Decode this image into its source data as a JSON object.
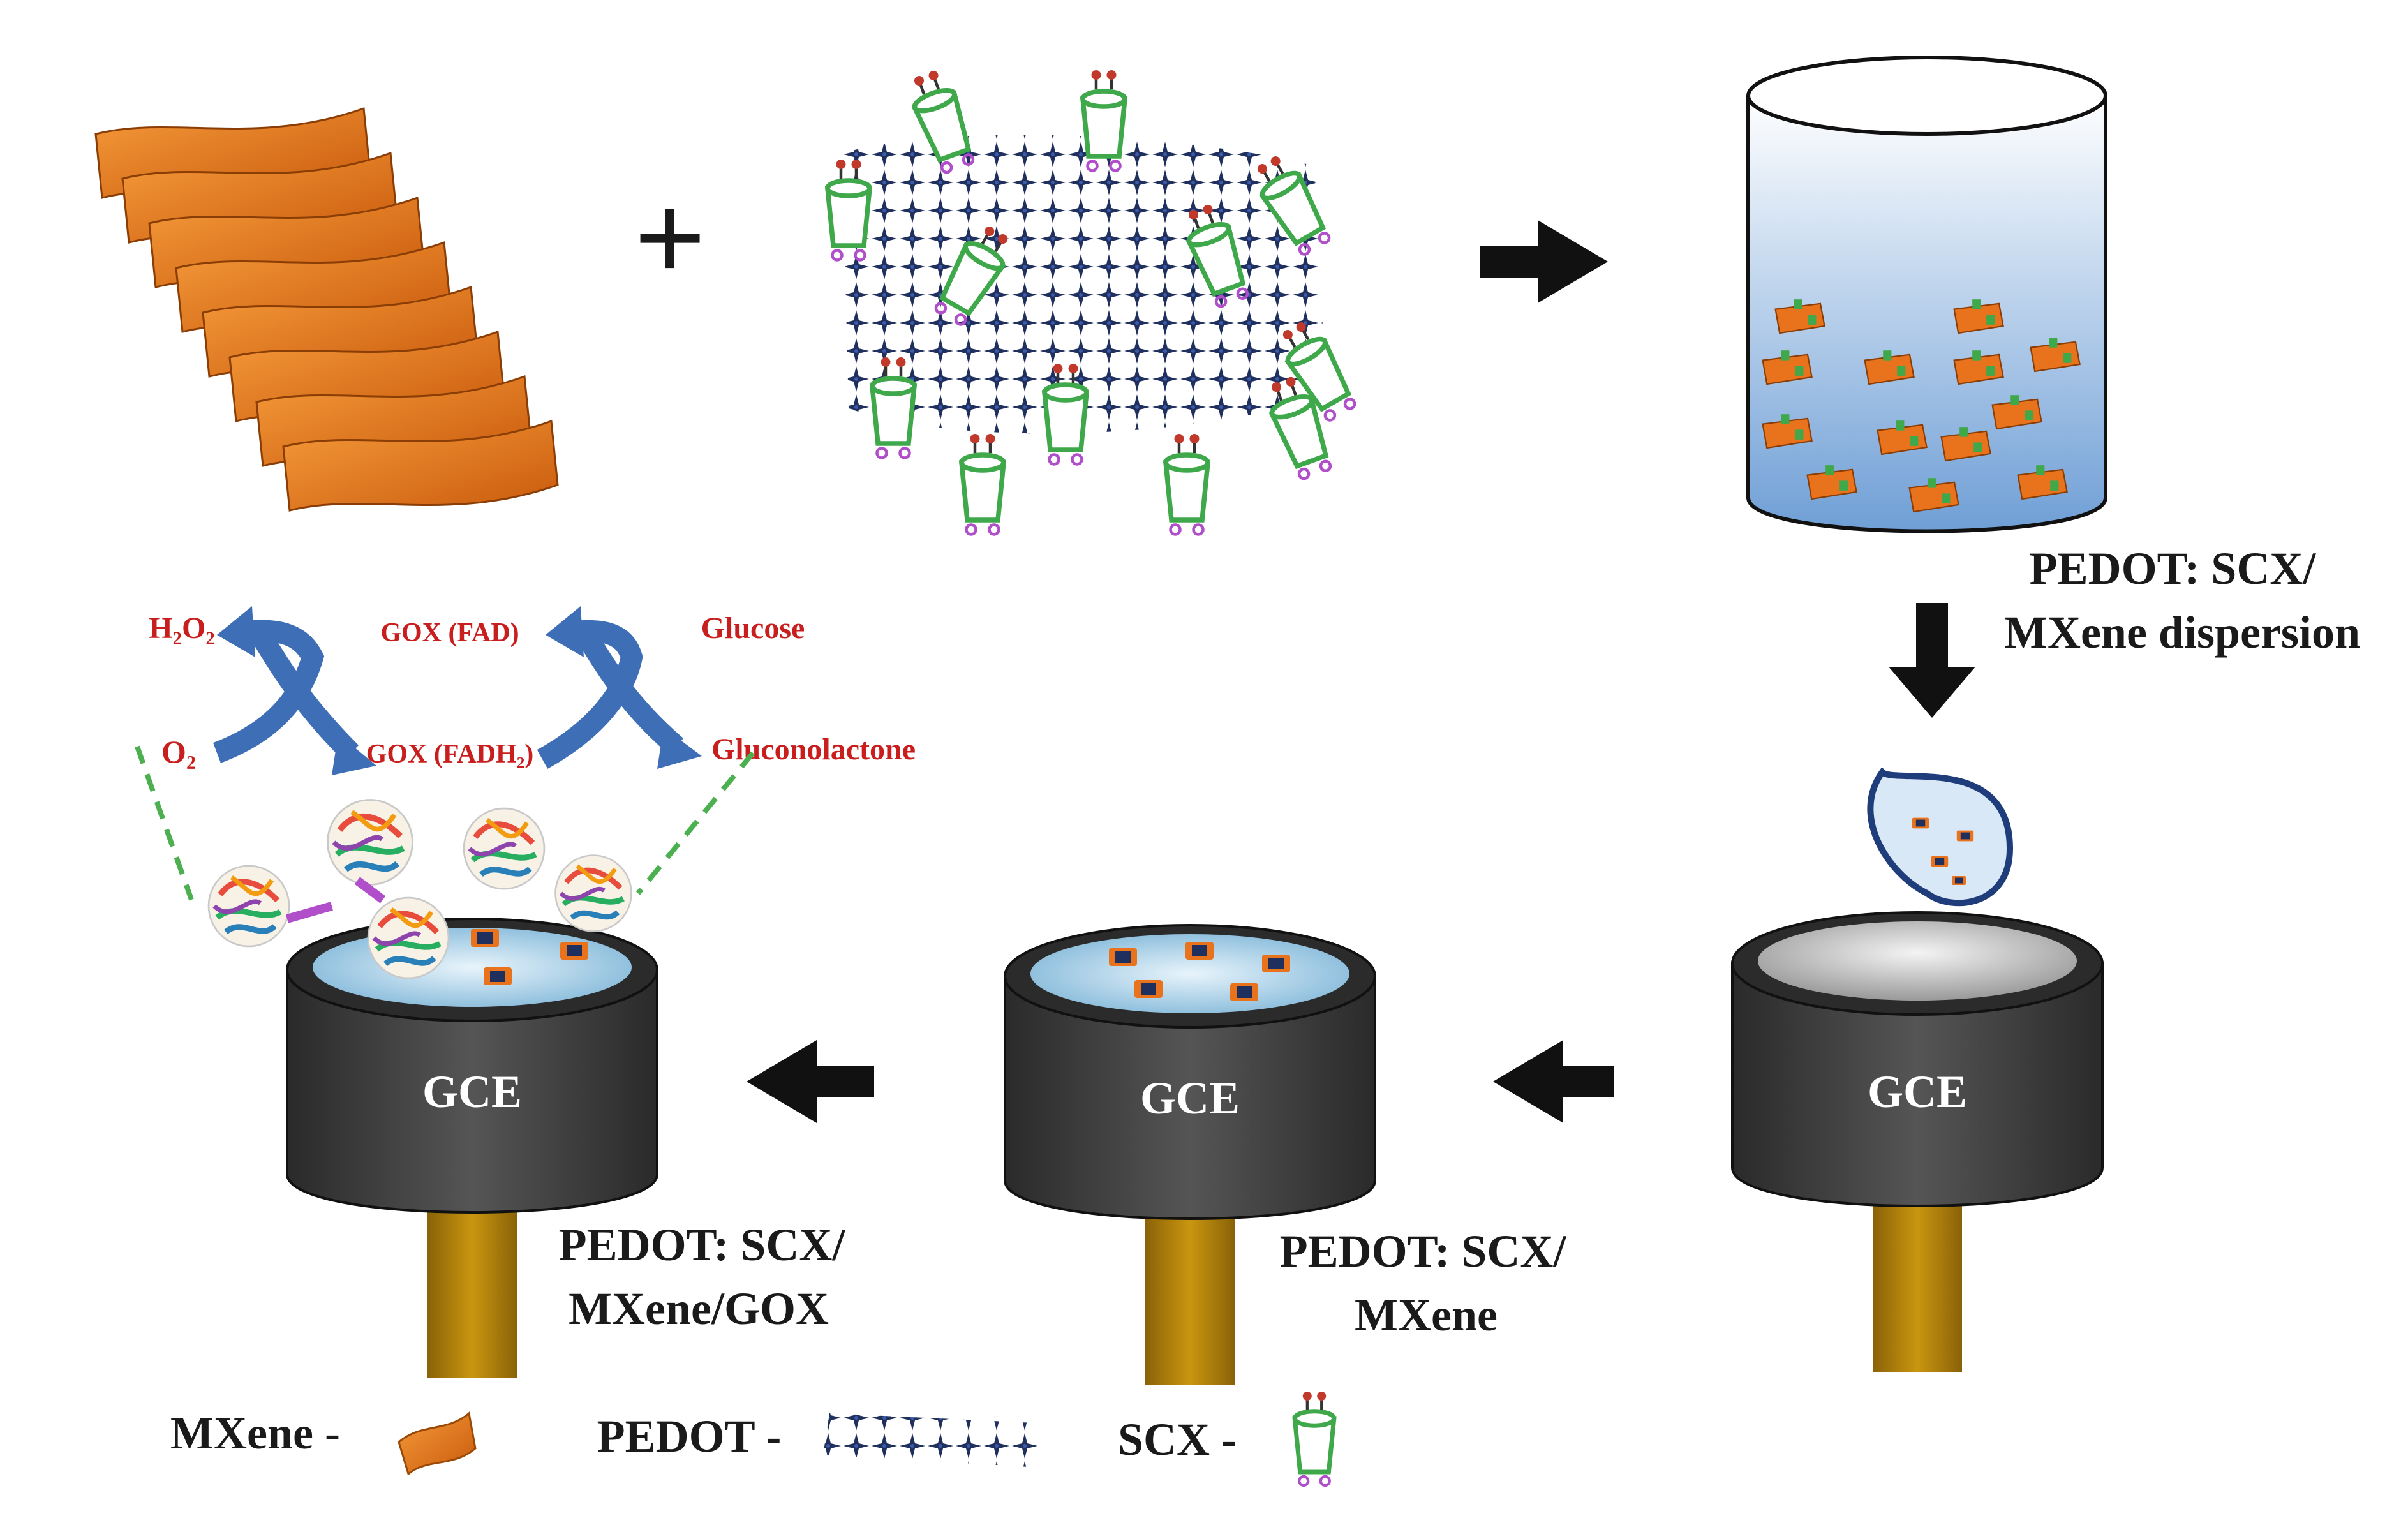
{
  "colors": {
    "mxene": "#e8731c",
    "pedot": "#1f2f5e",
    "scx": "#3fa84a",
    "arrow": "#111111",
    "reaction_arrow": "#3e6fb6",
    "reaction_text": "#c81e1e",
    "electrode_body": "#3a3a3a",
    "electrode_shaft": "#b8860b",
    "dashed_line": "#4caf50"
  },
  "icons": [
    "mxene-stack-icon",
    "pedot-network-icon",
    "scx-cup-icon",
    "beaker-icon",
    "droplet-icon",
    "enzyme-icon",
    "gce-electrode-icon"
  ],
  "labels": {
    "plus": "+",
    "dispersion_line1": "PEDOT: SCX/",
    "dispersion_line2": "MXene dispersion",
    "gce": "GCE",
    "mid_line1": "PEDOT: SCX/",
    "mid_line2": "MXene",
    "final_line1": "PEDOT: SCX/",
    "final_line2": "MXene/GOX"
  },
  "reaction": {
    "h2o2": "H₂O₂",
    "o2": "O₂",
    "gox_fad": "GOX (FAD)",
    "gox_fadh2": "GOX (FADH₂)",
    "glucose": "Glucose",
    "gluconolactone": "Gluconolactone"
  },
  "legend": {
    "mxene": "MXene -",
    "pedot": "PEDOT -",
    "scx": "SCX -"
  }
}
